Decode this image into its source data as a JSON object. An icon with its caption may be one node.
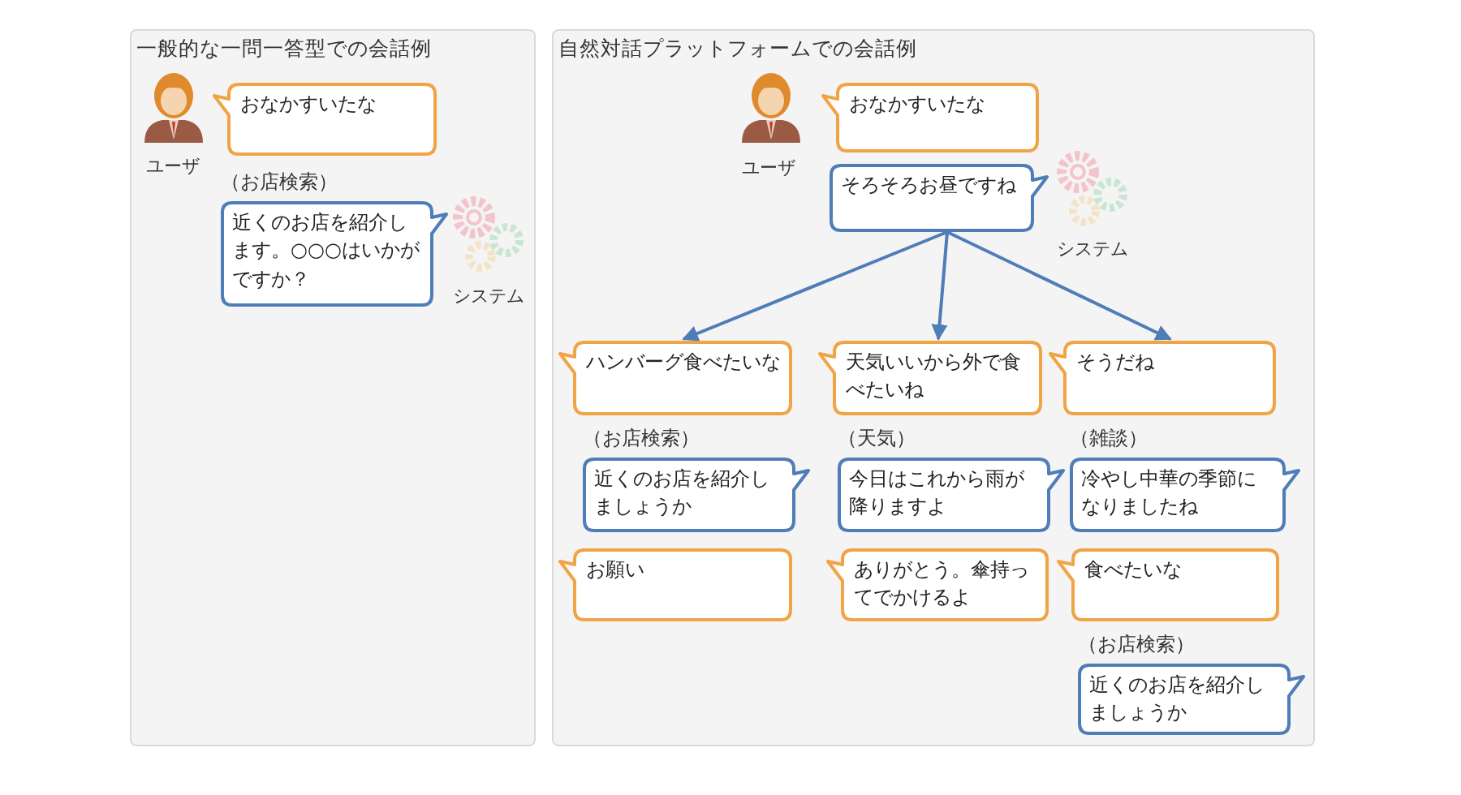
{
  "diagram": {
    "nodes": [
      {
        "text": [
          "一般的な一問一答型での会話例"
        ]
      },
      {
        "text": [
          "おなかすいたな"
        ],
        "in": 0
      },
      {
        "text": [
          "近くのお店を紹介します。○○○はいかがですか？"
        ],
        "in": 0,
        "beside": [
          "（お店検索）"
        ]
      },
      {
        "text": [
          "自然対話プラットフォームでの会話例"
        ]
      },
      {
        "text": [
          "おなかすいたな"
        ],
        "in": 3
      },
      {
        "text": [
          "そろそろお昼ですね"
        ],
        "in": 3
      },
      {
        "text": [
          "ハンバーグ食べたいな"
        ],
        "in": 3
      },
      {
        "text": [
          "天気いいから外で食べたいね"
        ],
        "in": 3
      },
      {
        "text": [
          "そうだね"
        ],
        "in": 3
      },
      {
        "text": [
          "近くのお店を紹介しましょうか"
        ],
        "in": 3,
        "beside": [
          "（お店検索）"
        ]
      },
      {
        "text": [
          "今日はこれから雨が降りますよ"
        ],
        "in": 3,
        "beside": [
          "（天気）"
        ]
      },
      {
        "text": [
          "冷やし中華の季節になりましたね"
        ],
        "in": 3,
        "beside": [
          "（雑談）"
        ]
      },
      {
        "text": [
          "お願い"
        ],
        "in": 3
      },
      {
        "text": [
          "ありがとう。傘持ってでかけるよ"
        ],
        "in": 3
      },
      {
        "text": [
          "食べたいな"
        ],
        "in": 3
      },
      {
        "text": [
          "近くのお店を紹介しましょうか"
        ],
        "in": 3,
        "beside": [
          "（お店検索）"
        ]
      }
    ],
    "edges": [
      {
        "from": 5,
        "to": 6,
        "arrow": "to"
      },
      {
        "from": 5,
        "to": 7,
        "arrow": "to"
      },
      {
        "from": 5,
        "to": 8,
        "arrow": "to"
      }
    ],
    "labels": [
      "ユーザ",
      "システム",
      "ユーザ",
      "システム"
    ]
  }
}
